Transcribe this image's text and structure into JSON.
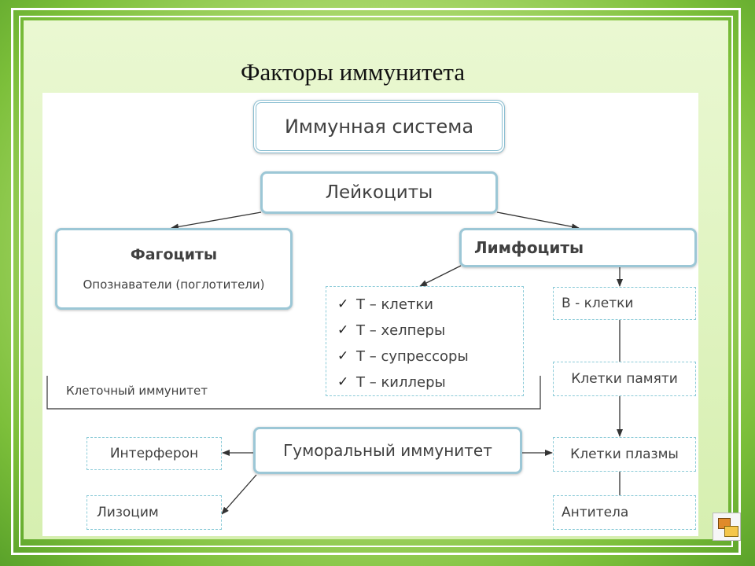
{
  "title": "Факторы иммунитета",
  "nodes": {
    "immune_system": "Иммунная система",
    "leukocytes": "Лейкоциты",
    "phagocytes": "Фагоциты",
    "phagocytes_sub": "Опознаватели (поглотители)",
    "lymphocytes": "Лимфоциты",
    "t_cells": [
      "Т – клетки",
      "Т – хелперы",
      "Т – супрессоры",
      "Т – киллеры"
    ],
    "b_cells": "В - клетки",
    "memory_cells": "Клетки памяти",
    "plasma_cells": "Клетки плазмы",
    "antibodies": "Антитела",
    "cell_immunity": "Клеточный иммунитет",
    "humoral_immunity": "Гуморальный иммунитет",
    "interferon": "Интерферон",
    "lysozyme": "Лизоцим"
  },
  "icons": {
    "check": "check-icon",
    "corner": "app-icon"
  },
  "colors": {
    "box_border": "#9cc7d6",
    "arrow": "#333333",
    "background": "#b9e07c"
  }
}
